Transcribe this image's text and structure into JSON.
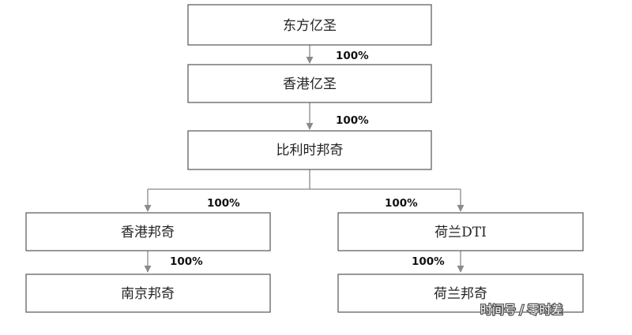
{
  "nodes": {
    "dongfang_yisheng": "东方亿圣",
    "hk_yisheng": "香港亿圣",
    "bili_bangqi": "比利时邦奇",
    "hk_bangqi": "香港邦奇",
    "nl_dti": "荷兰DTI",
    "nj_bangqi": "南京邦奇",
    "nl_bangqi": "荷兰邦奇"
  },
  "edges": {
    "e1": "100%",
    "e2": "100%",
    "e3_left": "100%",
    "e3_right": "100%",
    "e4": "100%",
    "e5": "100%"
  },
  "watermark": "时间号 / 零时差",
  "colors": {
    "line": "#8a8a8a",
    "border": "#555555"
  }
}
